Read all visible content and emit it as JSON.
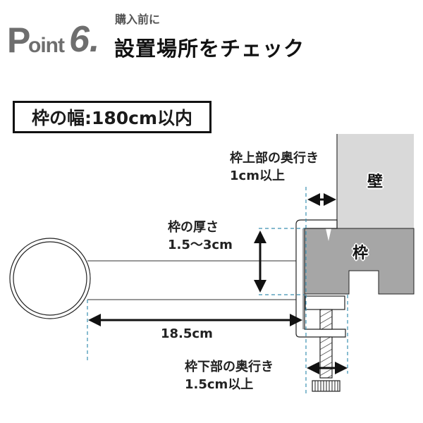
{
  "header": {
    "point_prefix": "P",
    "point_suffix": "oint",
    "point_number": "6.",
    "subtitle": "購入前に",
    "title": "設置場所をチェック"
  },
  "width_condition": {
    "text": "枠の幅:180cm以内"
  },
  "diagram": {
    "wall_label": "壁",
    "frame_label": "枠",
    "annotations": {
      "top_depth": {
        "line1": "枠上部の奥行き",
        "line2": "1cm以上"
      },
      "thickness": {
        "line1": "枠の厚さ",
        "line2": "1.5〜3cm"
      },
      "rod_length": {
        "text": "18.5cm"
      },
      "bottom_depth": {
        "line1": "枠下部の奥行き",
        "line2": "1.5cm以上"
      }
    },
    "colors": {
      "wall": "#d9d9d9",
      "frame": "#a6a6a6",
      "guide_dashed": "#3a8fb0",
      "header_gray": "#6e6e6e",
      "outline": "#1a1a1a"
    }
  }
}
